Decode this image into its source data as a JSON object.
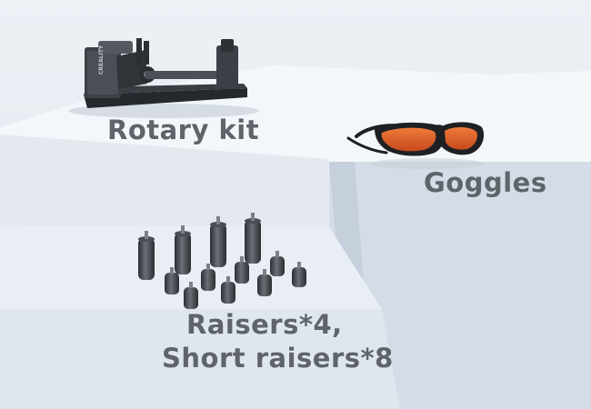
{
  "labels": {
    "rotary_kit": "Rotary kit",
    "goggles": "Goggles",
    "raisers": "Raisers*4,",
    "short_raisers": "Short raisers*8"
  },
  "logo": {
    "text": "CREALITY"
  },
  "colors": {
    "label_text": "#5f646b",
    "background": "#e9eef4",
    "lens": "#e8622a",
    "metal": "#3a3d42"
  },
  "icons": {
    "rotary": "rotary-kit-icon",
    "goggles": "goggles-icon",
    "raisers": "raiser-icon"
  }
}
